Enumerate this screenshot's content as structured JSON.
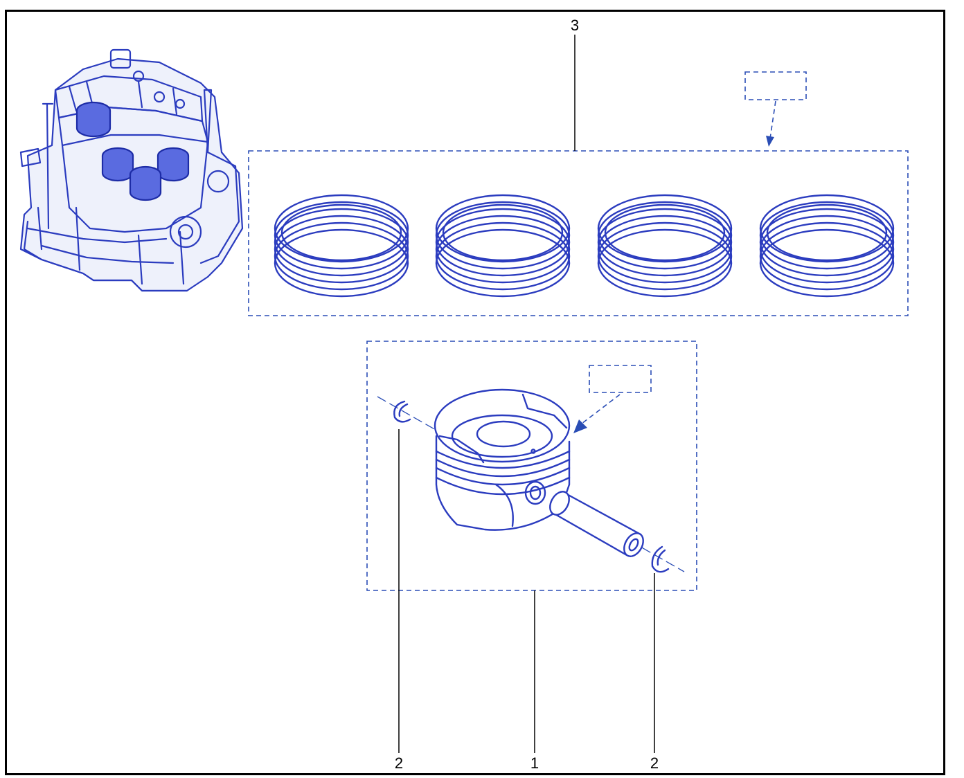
{
  "diagram": {
    "callouts": {
      "piston_rings": "3",
      "piston_assembly": "1",
      "circlip_left": "2",
      "circlip_right": "2"
    },
    "colors": {
      "line_art": "#2b3cbf",
      "dashed_box": "#2a4db5",
      "frame": "#000000",
      "background": "#ffffff"
    },
    "icons": [
      "engine-block-icon",
      "piston-ring-set-icon",
      "piston-icon",
      "piston-pin-icon",
      "circlip-icon"
    ]
  }
}
